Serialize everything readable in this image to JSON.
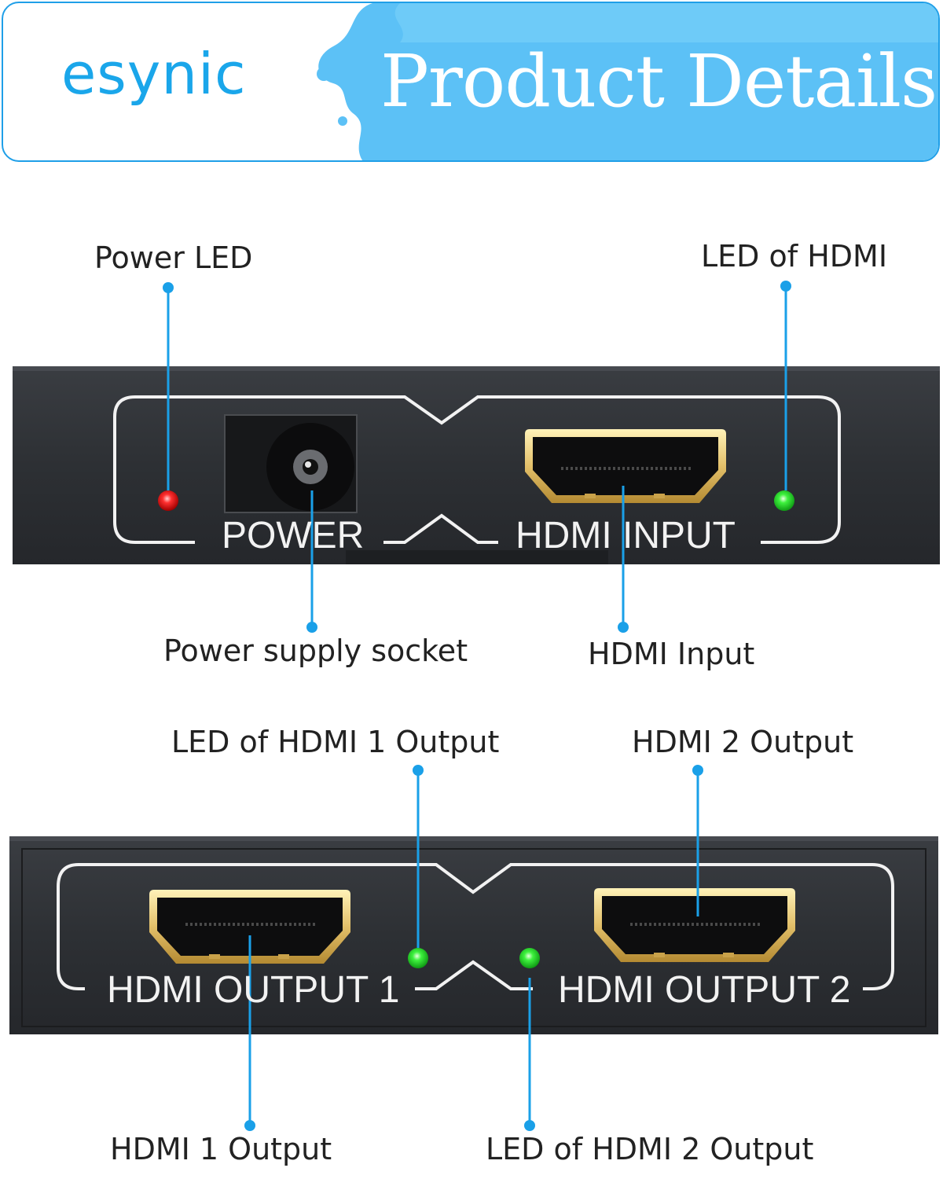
{
  "banner": {
    "brand": "esynic",
    "title": "Product Details",
    "colors": {
      "accent": "#1aa6ea",
      "banner_blue": "#5cc1f6"
    }
  },
  "front_panel": {
    "callouts": {
      "power_led": "Power LED",
      "led_of_hdmi": "LED of HDMI",
      "power_supply_socket": "Power supply socket",
      "hdmi_input": "HDMI Input"
    },
    "printed_labels": {
      "power": "POWER",
      "hdmi_input": "HDMI INPUT"
    },
    "led_colors": {
      "power": "#ff2a2a",
      "hdmi": "#3ef23e"
    }
  },
  "back_panel": {
    "callouts": {
      "led_hdmi1_output": "LED of HDMI 1 Output",
      "hdmi2_output": "HDMI 2 Output",
      "hdmi1_output": "HDMI 1 Output",
      "led_hdmi2_output": "LED of HDMI 2 Output"
    },
    "printed_labels": {
      "hdmi_output_1": "HDMI OUTPUT 1",
      "hdmi_output_2": "HDMI OUTPUT 2"
    },
    "led_colors": {
      "hdmi1": "#3ef23e",
      "hdmi2": "#3ef23e"
    }
  }
}
